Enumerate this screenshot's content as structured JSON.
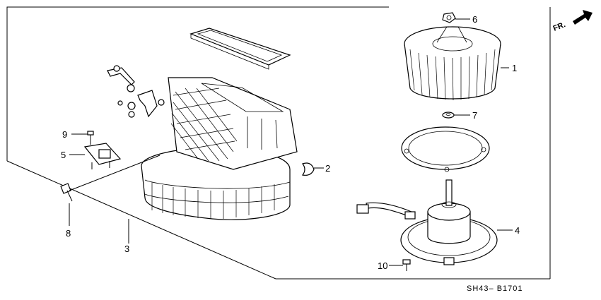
{
  "diagram": {
    "fr_label": "FR.",
    "reference_code": "SH43– B1701",
    "callouts": [
      {
        "id": "1",
        "part": "blower-fan"
      },
      {
        "id": "2",
        "part": "clip"
      },
      {
        "id": "3",
        "part": "blower-housing"
      },
      {
        "id": "4",
        "part": "blower-motor"
      },
      {
        "id": "5",
        "part": "resistor"
      },
      {
        "id": "6",
        "part": "fan-nut"
      },
      {
        "id": "7",
        "part": "fan-washer"
      },
      {
        "id": "8",
        "part": "bolt"
      },
      {
        "id": "9",
        "part": "screw"
      },
      {
        "id": "10",
        "part": "motor-screw"
      }
    ]
  }
}
